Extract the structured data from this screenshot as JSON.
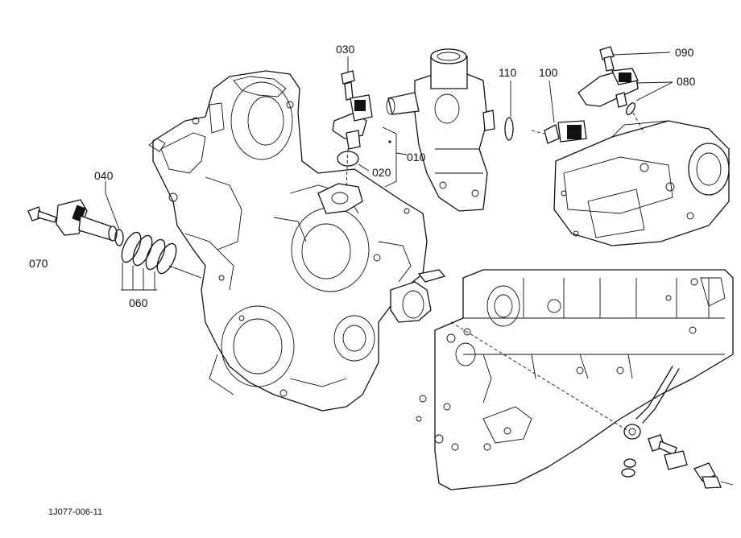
{
  "diagram": {
    "callouts": {
      "c010": "010",
      "c020": "020",
      "c030": "030",
      "c040": "040",
      "c060": "060",
      "c070": "070",
      "c080": "080",
      "c090": "090",
      "c100": "100",
      "c110": "110"
    },
    "reference_code": "1J077-006-11"
  }
}
